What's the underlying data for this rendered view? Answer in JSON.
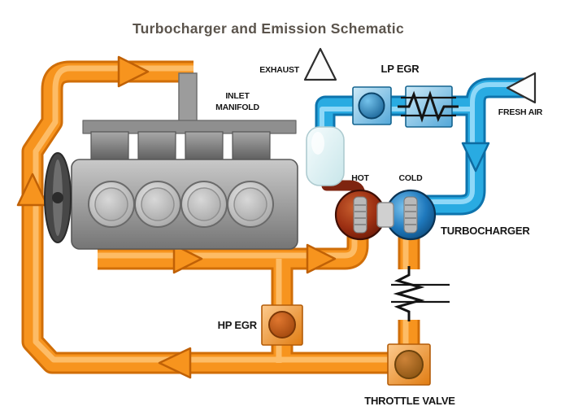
{
  "title": "Turbocharger and Emission Schematic",
  "labels": {
    "inlet_manifold": [
      "INLET",
      "MANIFOLD"
    ],
    "exhaust": "EXHAUST",
    "lp_egr": "LP EGR",
    "fresh_air": "FRESH AIR",
    "hot": "HOT",
    "cold": "COLD",
    "turbocharger": "TURBOCHARGER",
    "hp_egr": "HP EGR",
    "throttle_valve": "THROTTLE VALVE"
  },
  "colors": {
    "pipe_orange": "#f7941e",
    "pipe_orange_outline": "#d06e08",
    "pipe_orange_highlight": "#fdbc66",
    "pipe_blue": "#29abe2",
    "pipe_blue_outline": "#0e74ad",
    "pipe_blue_highlight": "#8ed8f8",
    "turbo_hot": "#8b2410",
    "turbo_cold": "#1b75bc",
    "hp_egr_valve": "#c25712",
    "throttle_valve": "#b06a2a",
    "engine_gray": "#9a9a9a",
    "catalyst": "#e3f3f5",
    "title_text": "#5b544c",
    "label_text": "#161616"
  }
}
